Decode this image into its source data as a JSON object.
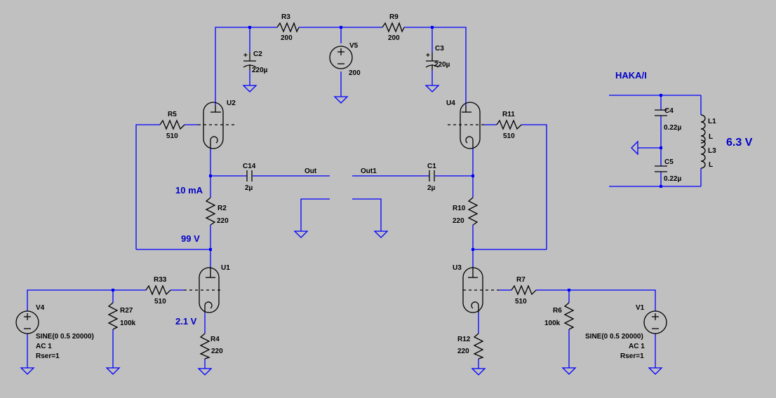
{
  "components": {
    "R3": {
      "ref": "R3",
      "value": "200"
    },
    "R9": {
      "ref": "R9",
      "value": "200"
    },
    "R5": {
      "ref": "R5",
      "value": "510"
    },
    "R11": {
      "ref": "R11",
      "value": "510"
    },
    "R2": {
      "ref": "R2",
      "value": "220"
    },
    "R10": {
      "ref": "R10",
      "value": "220"
    },
    "R33": {
      "ref": "R33",
      "value": "510"
    },
    "R7": {
      "ref": "R7",
      "value": "510"
    },
    "R27": {
      "ref": "R27",
      "value": "100k"
    },
    "R6": {
      "ref": "R6",
      "value": "100k"
    },
    "R4": {
      "ref": "R4",
      "value": "220"
    },
    "R12": {
      "ref": "R12",
      "value": "220"
    },
    "C2": {
      "ref": "C2",
      "value": "220µ"
    },
    "C3": {
      "ref": "C3",
      "value": "220µ"
    },
    "C14": {
      "ref": "C14",
      "value": "2µ"
    },
    "C1": {
      "ref": "C1",
      "value": "2µ"
    },
    "C4": {
      "ref": "C4",
      "value": "0.22µ"
    },
    "C5": {
      "ref": "C5",
      "value": "0.22µ"
    },
    "L1": {
      "ref": "L1",
      "value": "L"
    },
    "L3": {
      "ref": "L3",
      "value": "L"
    },
    "V5": {
      "ref": "V5",
      "value": "200"
    },
    "V4": {
      "ref": "V4",
      "line1": "SINE(0 0.5 20000)",
      "line2": "AC 1",
      "line3": "Rser=1"
    },
    "V1": {
      "ref": "V1",
      "line1": "SINE(0 0.5 20000)",
      "line2": "AC 1",
      "line3": "Rser=1"
    },
    "U1": {
      "ref": "U1"
    },
    "U2": {
      "ref": "U2"
    },
    "U3": {
      "ref": "U3"
    },
    "U4": {
      "ref": "U4"
    }
  },
  "nets": {
    "out": "Out",
    "out1": "Out1",
    "heater": "HAKA/I"
  },
  "annotations": {
    "current": "10 mA",
    "plate_voltage": "99 V",
    "cathode_voltage": "2.1 V",
    "heater_voltage": "6.3 V"
  },
  "colors": {
    "background": "#c0c0c0",
    "wire": "#0000ff",
    "component": "#000000",
    "annotation": "#0000c8"
  }
}
